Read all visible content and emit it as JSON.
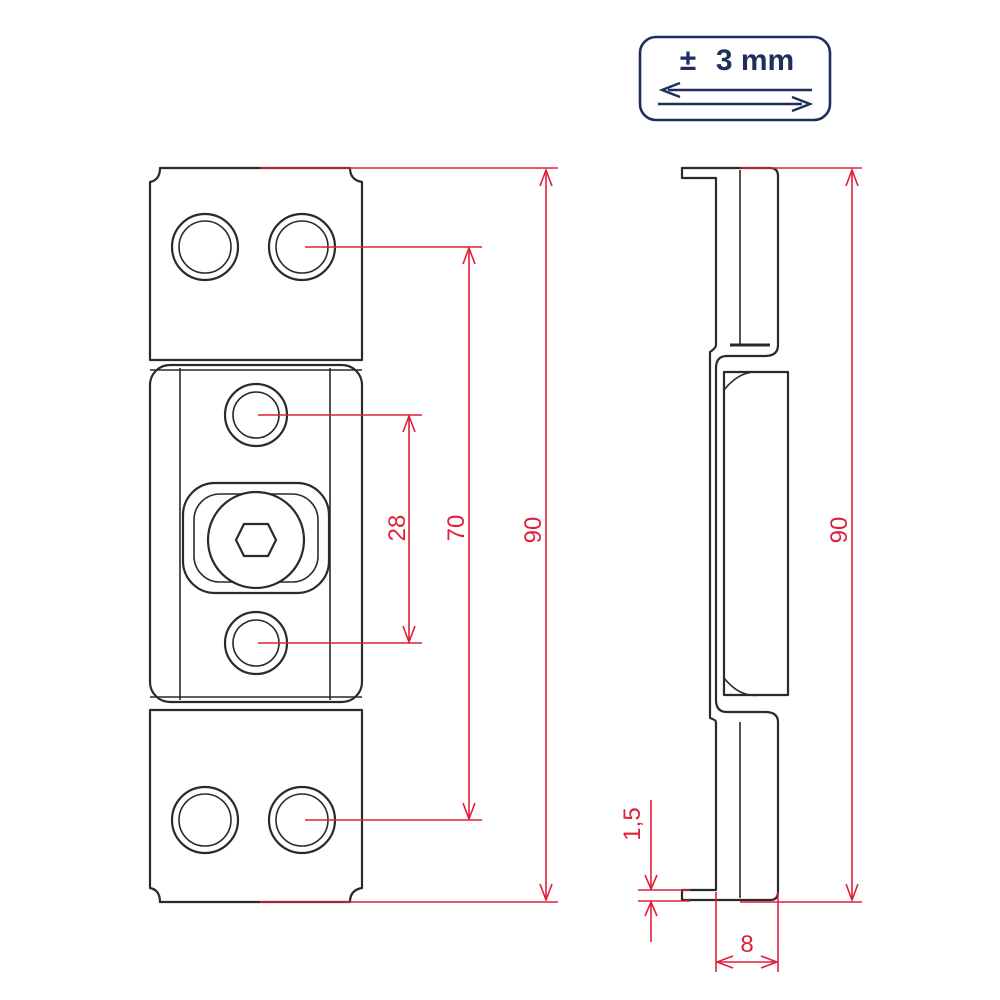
{
  "adjustment_badge": {
    "plus_minus": "±",
    "value": "3 mm"
  },
  "dimensions": {
    "front_inner_spacing": "28",
    "front_hole_spacing": "70",
    "front_total_height": "90",
    "side_total_height": "90",
    "side_thickness": "1,5",
    "side_depth": "8"
  },
  "colors": {
    "dimension": "#e0203a",
    "outline": "#2a2a2a",
    "badge": "#1e2f5c"
  }
}
